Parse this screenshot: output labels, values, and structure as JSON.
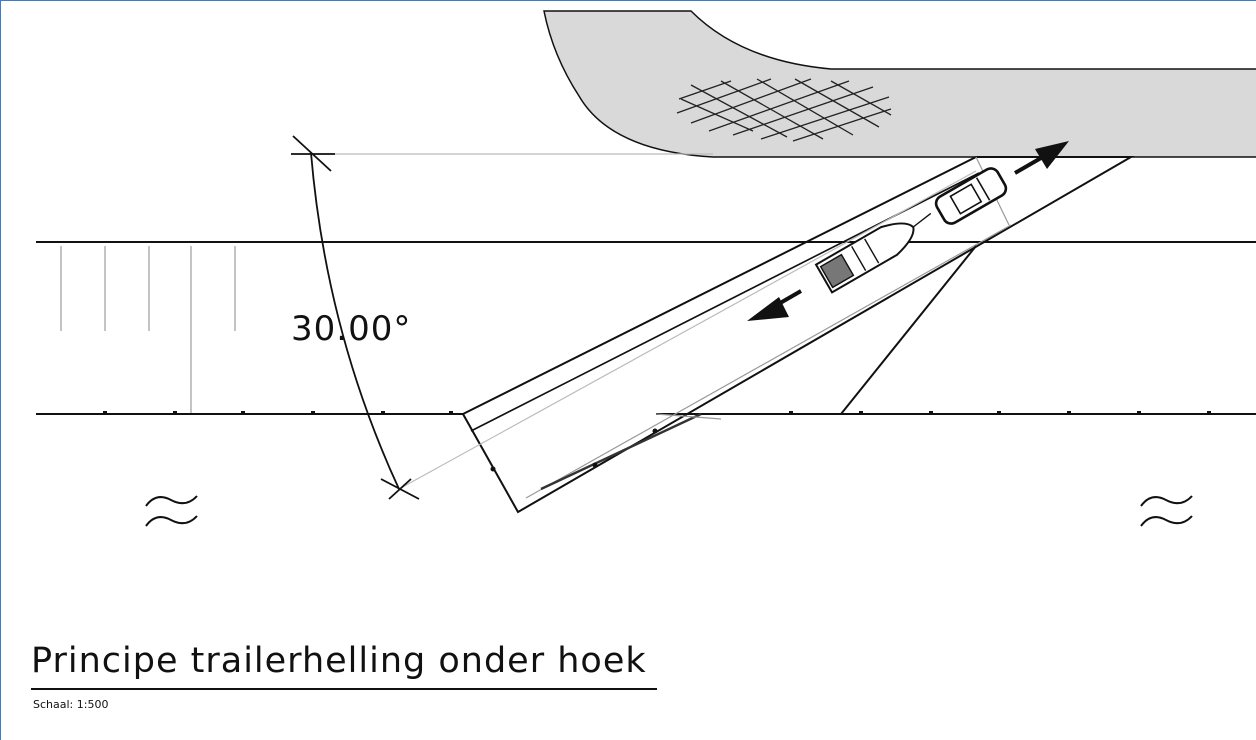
{
  "angle_dimension": "30.00°",
  "title": "Principe trailerhelling onder hoek",
  "scale_label": "Schaal: 1:500",
  "colors": {
    "paved_area_fill": "#d9d9d9",
    "line": "#111111",
    "thin_line": "#9a9a9a",
    "frame": "#3a7fc4"
  },
  "icons": {
    "water": "wave-symbol",
    "direction": "arrow"
  }
}
